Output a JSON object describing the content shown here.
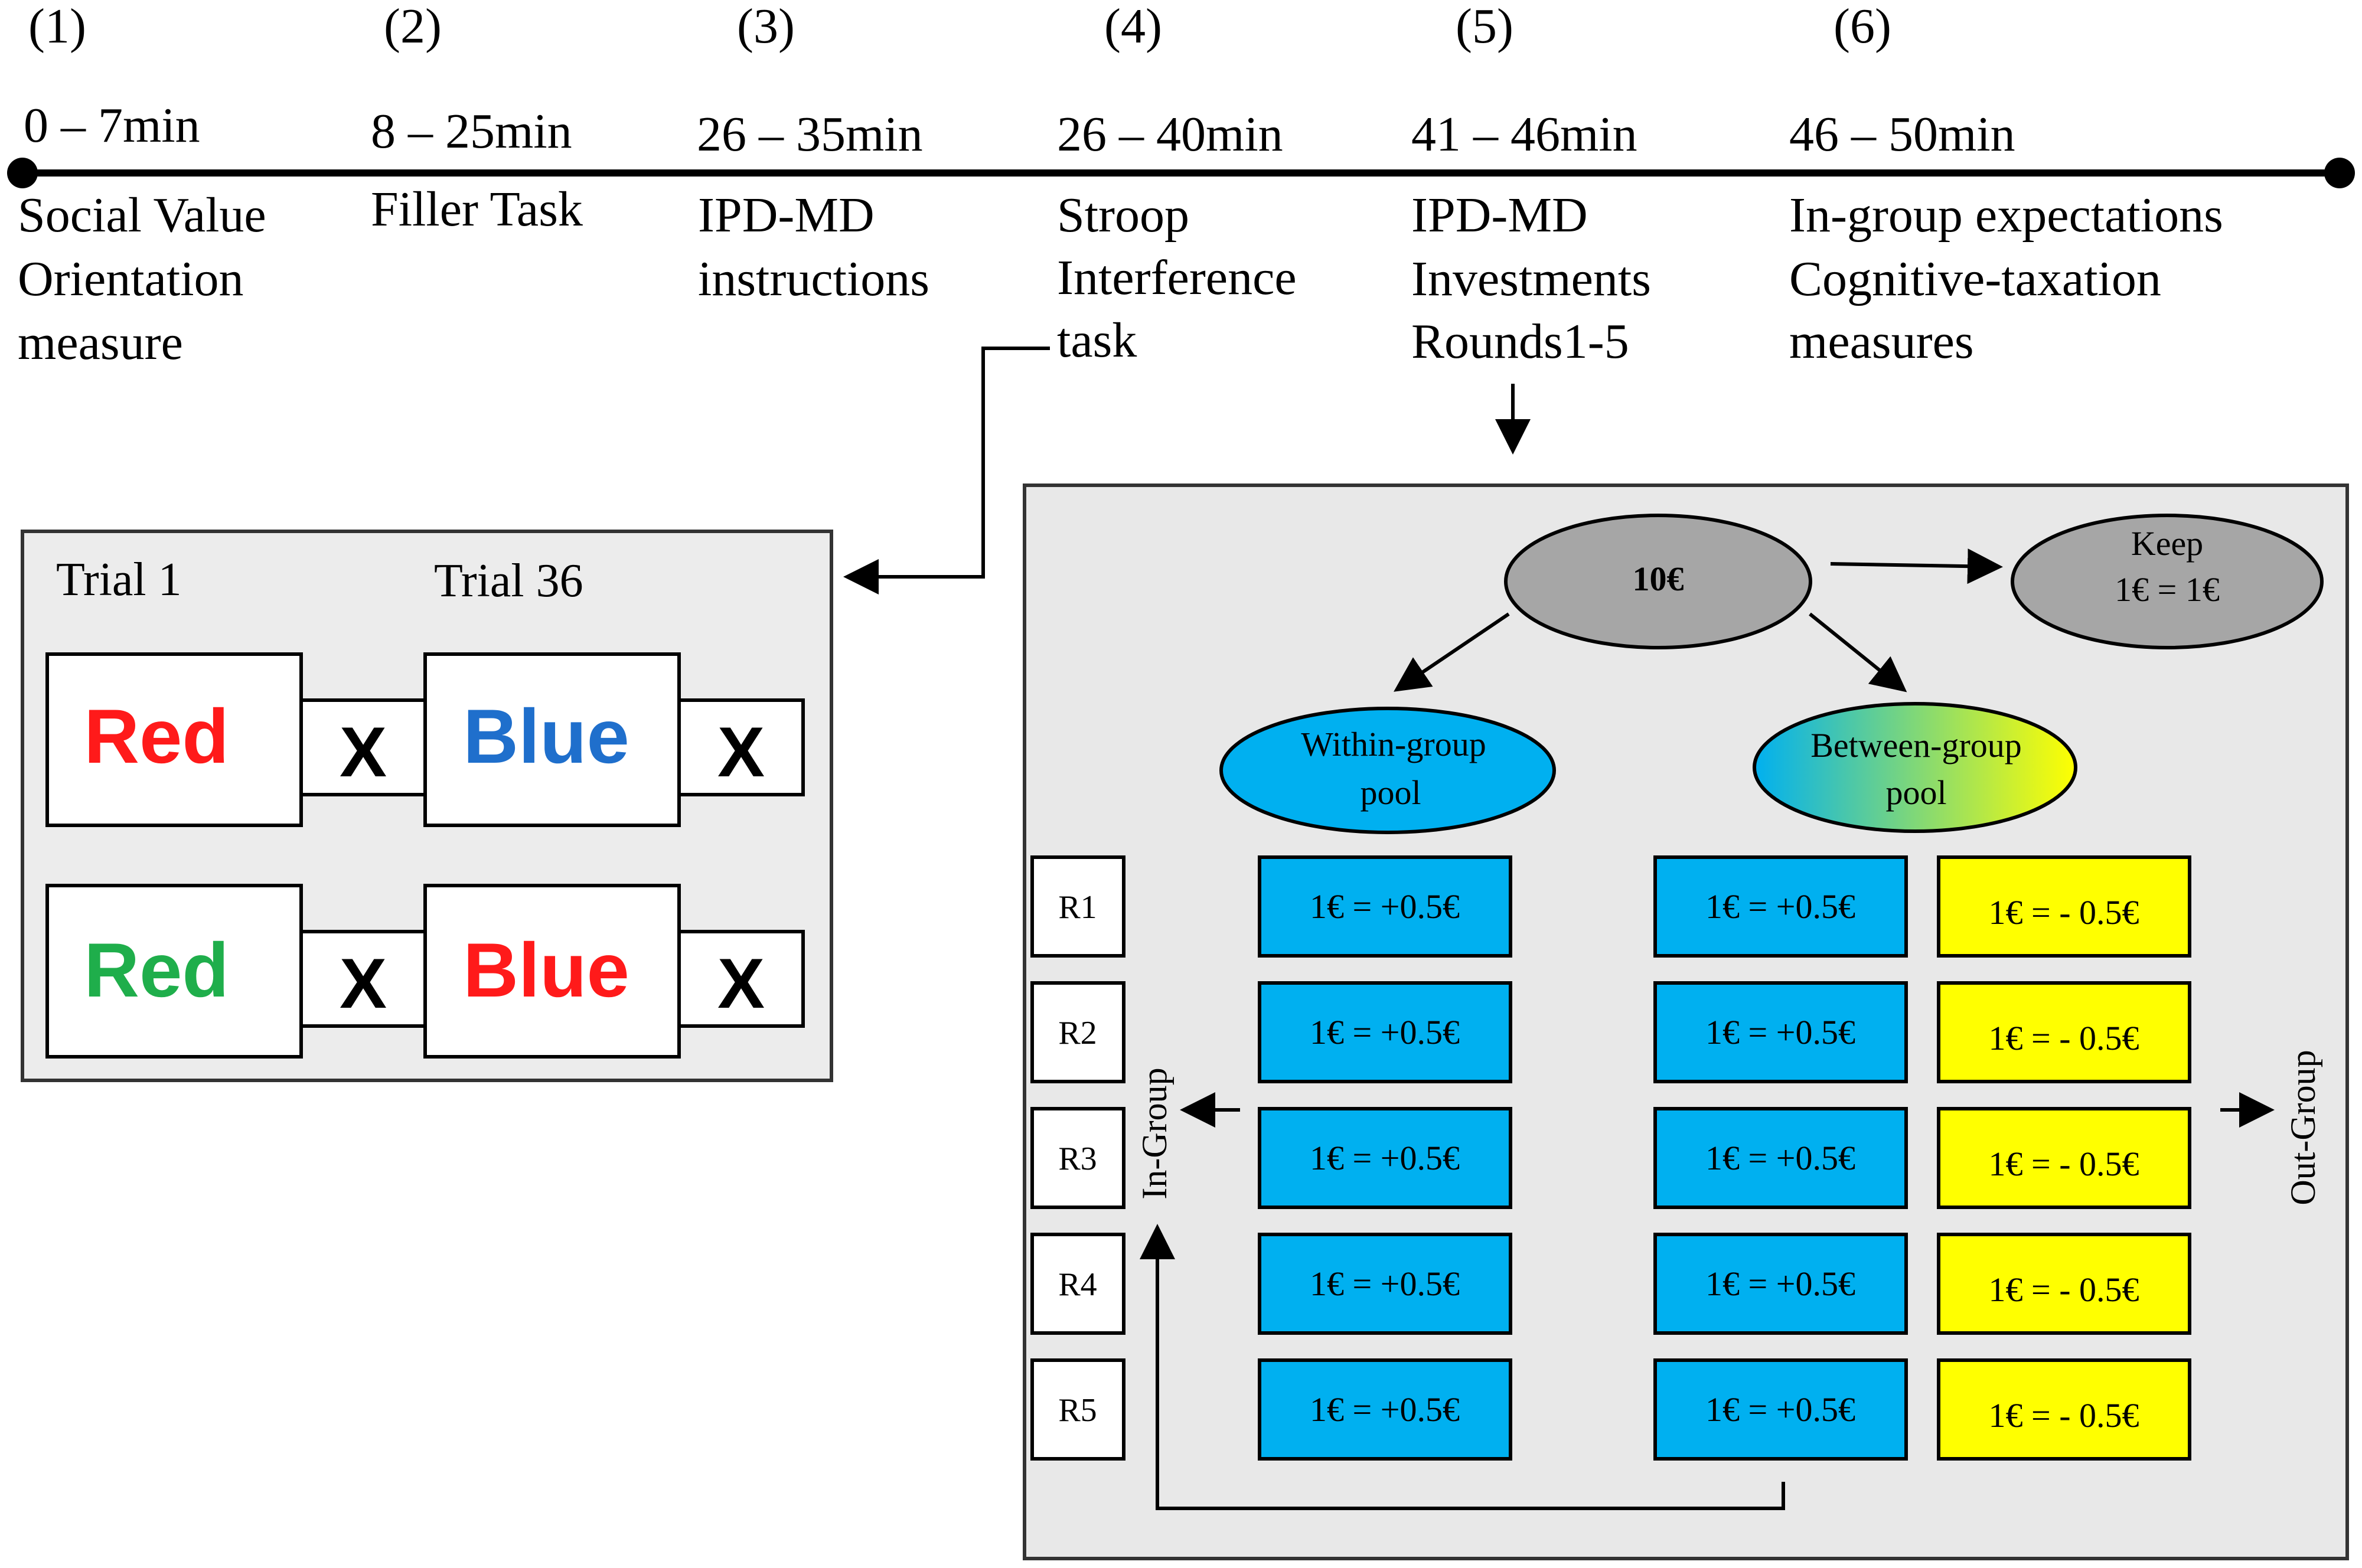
{
  "timeline": {
    "stages": [
      {
        "number": "(1)",
        "time": "0 – 7min",
        "label": [
          "Social Value",
          "Orientation",
          "measure"
        ]
      },
      {
        "number": "(2)",
        "time": "8 – 25min",
        "label": [
          "Filler Task"
        ]
      },
      {
        "number": "(3)",
        "time": "26 – 35min",
        "label": [
          "IPD-MD",
          "instructions"
        ]
      },
      {
        "number": "(4)",
        "time": "26 – 40min",
        "label": [
          "Stroop",
          "Interference",
          "task"
        ]
      },
      {
        "number": "(5)",
        "time": "41 – 46min",
        "label": [
          "IPD-MD",
          "Investments",
          "Rounds1-5"
        ]
      },
      {
        "number": "(6)",
        "time": "46 – 50min",
        "label": [
          "In-group expectations",
          "Cognitive-taxation",
          "measures"
        ]
      }
    ]
  },
  "stroop": {
    "trial_first": "Trial 1",
    "trial_last": "Trial 36",
    "x_mark": "X",
    "words": [
      {
        "text": "Red",
        "color": "#ff1a1a"
      },
      {
        "text": "Blue",
        "color": "#1f6fcc"
      },
      {
        "text": "Red",
        "color": "#1fae4b"
      },
      {
        "text": "Blue",
        "color": "#ff1a1a"
      }
    ]
  },
  "ipd": {
    "endowment": "10€",
    "keep_line1": "Keep",
    "keep_line2": "1€ = 1€",
    "within_line1": "Within-group",
    "within_line2": "pool",
    "between_line1": "Between-group",
    "between_line2": "pool",
    "rounds": [
      "R1",
      "R2",
      "R3",
      "R4",
      "R5"
    ],
    "within_value": "1€ = +0.5€",
    "between_value": "1€ = +0.5€",
    "outgroup_value": "1€ = - 0.5€",
    "ingroup_label": "In-Group",
    "outgroup_label": "Out-Group",
    "colors": {
      "blue": "#00b0f0",
      "yellow": "#ffff00",
      "grey_node": "#a6a6a6",
      "panel": "#e8e8e8"
    }
  }
}
